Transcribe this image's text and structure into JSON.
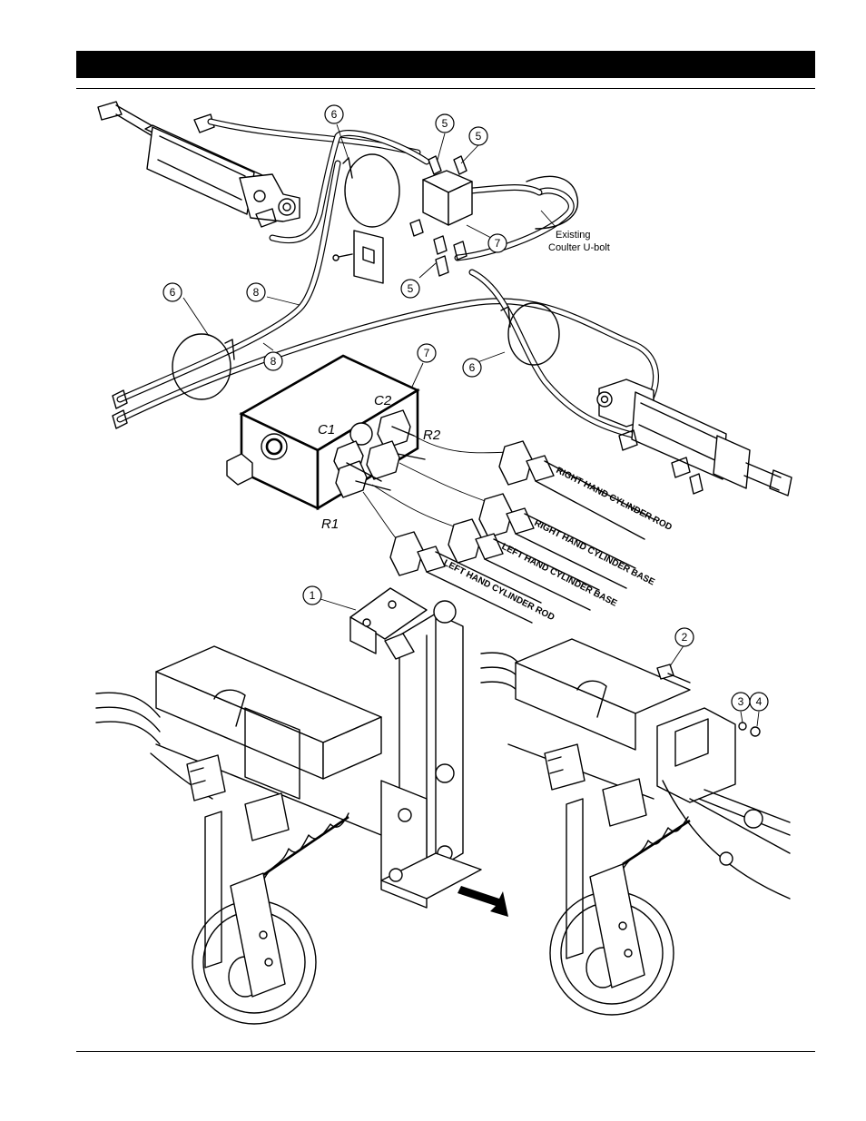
{
  "callouts": {
    "c1": "1",
    "c2": "2",
    "c3": "3",
    "c4": "4",
    "c5a": "5",
    "c5b": "5",
    "c5c": "5",
    "c6a": "6",
    "c6b": "6",
    "c6c": "6",
    "c7a": "7",
    "c7b": "7",
    "c8a": "8",
    "c8b": "8"
  },
  "note": {
    "line1": "Existing",
    "line2": "Coulter U-bolt"
  },
  "ports": {
    "c1": "C1",
    "c2": "C2",
    "r1": "R1",
    "r2": "R2"
  },
  "hoses": {
    "right_rod": "RIGHT HAND CYLINDER ROD",
    "right_base": "RIGHT HAND CYLINDER BASE",
    "left_base": "LEFT HAND CYLINDER BASE",
    "left_rod": "LEFT HAND CYLINDER ROD"
  }
}
